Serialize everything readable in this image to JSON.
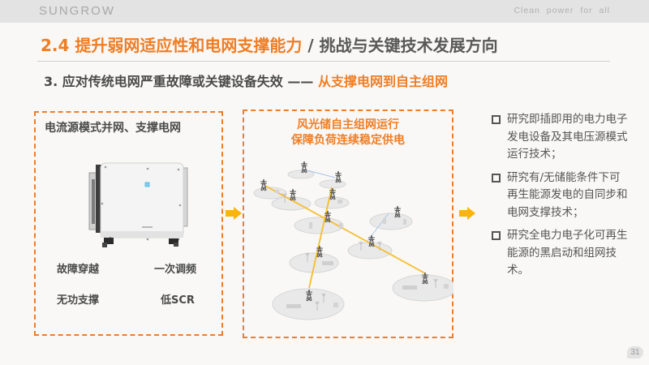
{
  "header": {
    "logo": "SUNGROW",
    "tagline": "Clean power for all"
  },
  "title": {
    "number_and_main": "2.4 提升弱网适应性和电网支撑能力",
    "separator_and_rest": " / 挑战与关键技术发展方向"
  },
  "subtitle": {
    "prefix": "3. 应对传统电网严重故障或关键设备失效 —— ",
    "highlight": "从支撑电网到自主组网"
  },
  "left_panel": {
    "title": "电流源模式并网、支撑电网",
    "image": "inverter-image",
    "features": [
      "故障穿越",
      "一次调频",
      "无功支撑",
      "低SCR"
    ]
  },
  "middle_panel": {
    "title_line1": "风光储自主组网运行",
    "title_line2": "保障负荷连续稳定供电",
    "diagram": "microgrid-network-diagram"
  },
  "bullets": [
    "研究即插即用的电力电子发电设备及其电压源模式运行技术；",
    "研究有/无储能条件下可再生能源发电的自同步和电网支撑技术；",
    "研究全电力电子化可再生能源的黑启动和组网技术。"
  ],
  "colors": {
    "accent_orange": "#f07d24",
    "arrow_yellow": "#fbb40a",
    "dashed_border": "#ec7d2b",
    "text_gray": "#4a4a4a",
    "line_yellow": "#f7bd2b",
    "line_blue": "#a9c6e8"
  },
  "page_number": "31"
}
